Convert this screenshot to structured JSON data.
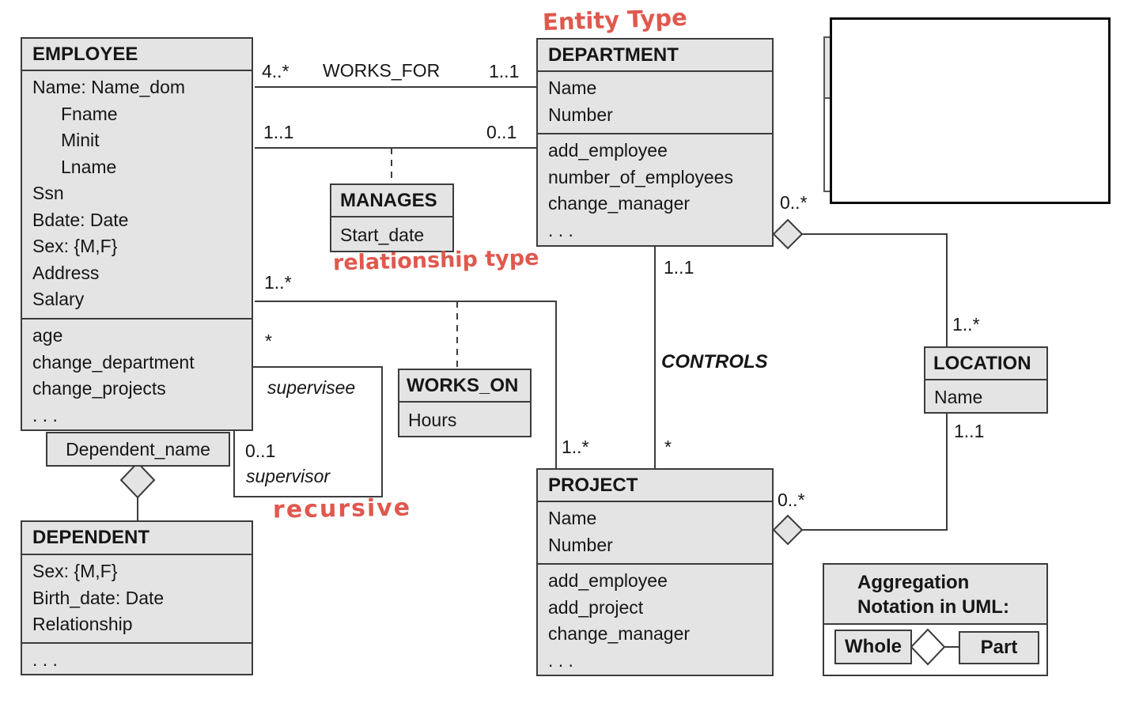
{
  "colors": {
    "box_fill": "#e4e4e4",
    "box_border": "#3c3c3c",
    "line": "#3d3d3d",
    "annotation_red": "#e0584e",
    "cover_border": "#0a0a0a"
  },
  "annotations": {
    "entity_type": "Entity Type",
    "relationship_type": "relationship type",
    "recursive": "recursive"
  },
  "classes": {
    "employee": {
      "title": "EMPLOYEE",
      "attributes": [
        "Name: Name_dom",
        "Fname",
        "Minit",
        "Lname",
        "Ssn",
        "Bdate: Date",
        "Sex: {M,F}",
        "Address",
        "Salary"
      ],
      "operations": [
        "age",
        "change_department",
        "change_projects",
        ". . ."
      ]
    },
    "department": {
      "title": "DEPARTMENT",
      "attributes": [
        "Name",
        "Number"
      ],
      "operations": [
        "add_employee",
        "number_of_employees",
        "change_manager",
        ". . ."
      ]
    },
    "project": {
      "title": "PROJECT",
      "attributes": [
        "Name",
        "Number"
      ],
      "operations": [
        "add_employee",
        "add_project",
        "change_manager",
        ". . ."
      ]
    },
    "dependent": {
      "title": "DEPENDENT",
      "attributes": [
        "Sex: {M,F}",
        "Birth_date: Date",
        "Relationship"
      ],
      "operations": [
        ". . ."
      ]
    },
    "location": {
      "title": "LOCATION",
      "attributes": [
        "Name"
      ]
    },
    "manages": {
      "title": "MANAGES",
      "attributes": [
        "Start_date"
      ]
    },
    "works_on": {
      "title": "WORKS_ON",
      "attributes": [
        "Hours"
      ]
    }
  },
  "associations": {
    "works_for": {
      "name": "WORKS_FOR",
      "left_mult": "4..*",
      "right_mult": "1..1"
    },
    "manages": {
      "left_mult": "1..1",
      "right_mult": "0..1"
    },
    "works_on": {
      "left_mult": "1..*",
      "right_mult": "1..*"
    },
    "controls": {
      "name": "CONTROLS",
      "left_mult": "1..1",
      "right_mult": "*"
    },
    "supervision": {
      "supervisee_mult": "*",
      "supervisee_role": "supervisee",
      "supervisor_mult": "0..1",
      "supervisor_role": "supervisor"
    },
    "department_locations": {
      "whole_mult": "0..*",
      "part_mult": "1..*"
    },
    "project_locations": {
      "whole_mult": "0..*",
      "part_mult": "1..1"
    },
    "dependents_of": {
      "qualifier": "Dependent_name"
    }
  },
  "legend": {
    "title_line1": "Aggregation",
    "title_line2": "Notation in UML:",
    "whole": "Whole",
    "part": "Part"
  }
}
